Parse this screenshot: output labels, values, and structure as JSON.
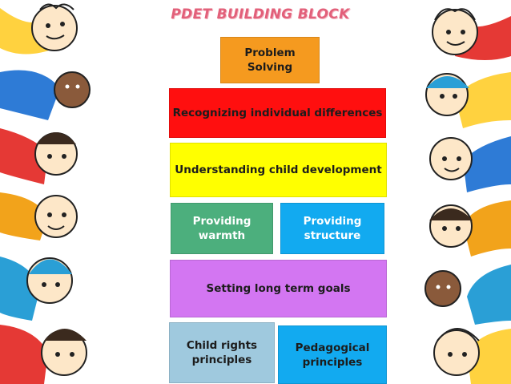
{
  "title": "PDET BUILDING BLOCK",
  "blocks": {
    "problem_solving": {
      "label": "Problem Solving",
      "color": "#f59a1f"
    },
    "recognizing": {
      "label": "Recognizing individual differences",
      "color": "#ff0f0f"
    },
    "understanding": {
      "label": "Understanding child development",
      "color": "#ffff00"
    },
    "warmth": {
      "label": "Providing\nwarmth",
      "color": "#4caf7d"
    },
    "structure": {
      "label": "Providing\nstructure",
      "color": "#12aaf0"
    },
    "goals": {
      "label": "Setting long term goals",
      "color": "#d376f2"
    },
    "child_rights": {
      "label": "Child rights\nprinciples",
      "color": "#9fc9de"
    },
    "pedagogical": {
      "label": "Pedagogical\nprinciples",
      "color": "#12aaf0"
    }
  },
  "decorations": {
    "left": "cartoon-children-column-left",
    "right": "cartoon-children-column-right"
  }
}
